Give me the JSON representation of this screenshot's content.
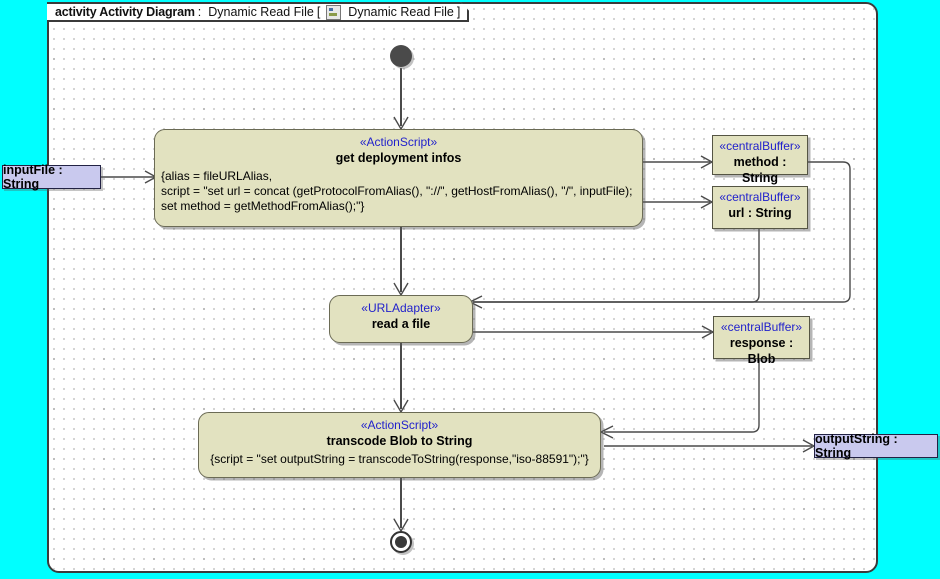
{
  "canvas": {
    "outer_background": "#00ffff",
    "frame_background": "#ffffff",
    "grid": "dotted"
  },
  "frame": {
    "keyword": "activity Activity Diagram",
    "separator": ":",
    "name": "Dynamic Read File",
    "bracket_open": "[",
    "bracket_close": "]",
    "tab_icon": "activity-diagram-icon",
    "tab_label": "Dynamic Read File"
  },
  "palette": {
    "action_fill": "#e2e2c0",
    "action_border": "#6b6b55",
    "buffer_fill": "#e2e2c0",
    "pin_fill": "#c9c9ee",
    "stereotype_text": "#2222cc",
    "edge": "#4a4a4a"
  },
  "nodes": {
    "initial": {
      "name": "initial-node",
      "label": ""
    },
    "final": {
      "name": "activity-final-node",
      "label": ""
    },
    "get_deployment": {
      "stereotype": "«ActionScript»",
      "name": "get deployment infos",
      "body": "{alias = fileURLAlias,\nscript = \"set url = concat (getProtocolFromAlias(), \"://\", getHostFromAlias(), \"/\", inputFile);\nset method = getMethodFromAlias();\"}"
    },
    "read_file": {
      "stereotype": "«URLAdapter»",
      "name": "read a file",
      "body": ""
    },
    "transcode": {
      "stereotype": "«ActionScript»",
      "name": "transcode Blob to String",
      "body": "{script = \"set outputString = transcodeToString(response,\"iso-88591\");\"}"
    },
    "buffer_method": {
      "stereotype": "«centralBuffer»",
      "name": "method : String"
    },
    "buffer_url": {
      "stereotype": "«centralBuffer»",
      "name": "url : String"
    },
    "buffer_response": {
      "stereotype": "«centralBuffer»",
      "name": "response : Blob"
    },
    "pin_input": {
      "name": "inputFile : String"
    },
    "pin_output": {
      "name": "outputString : String"
    }
  }
}
